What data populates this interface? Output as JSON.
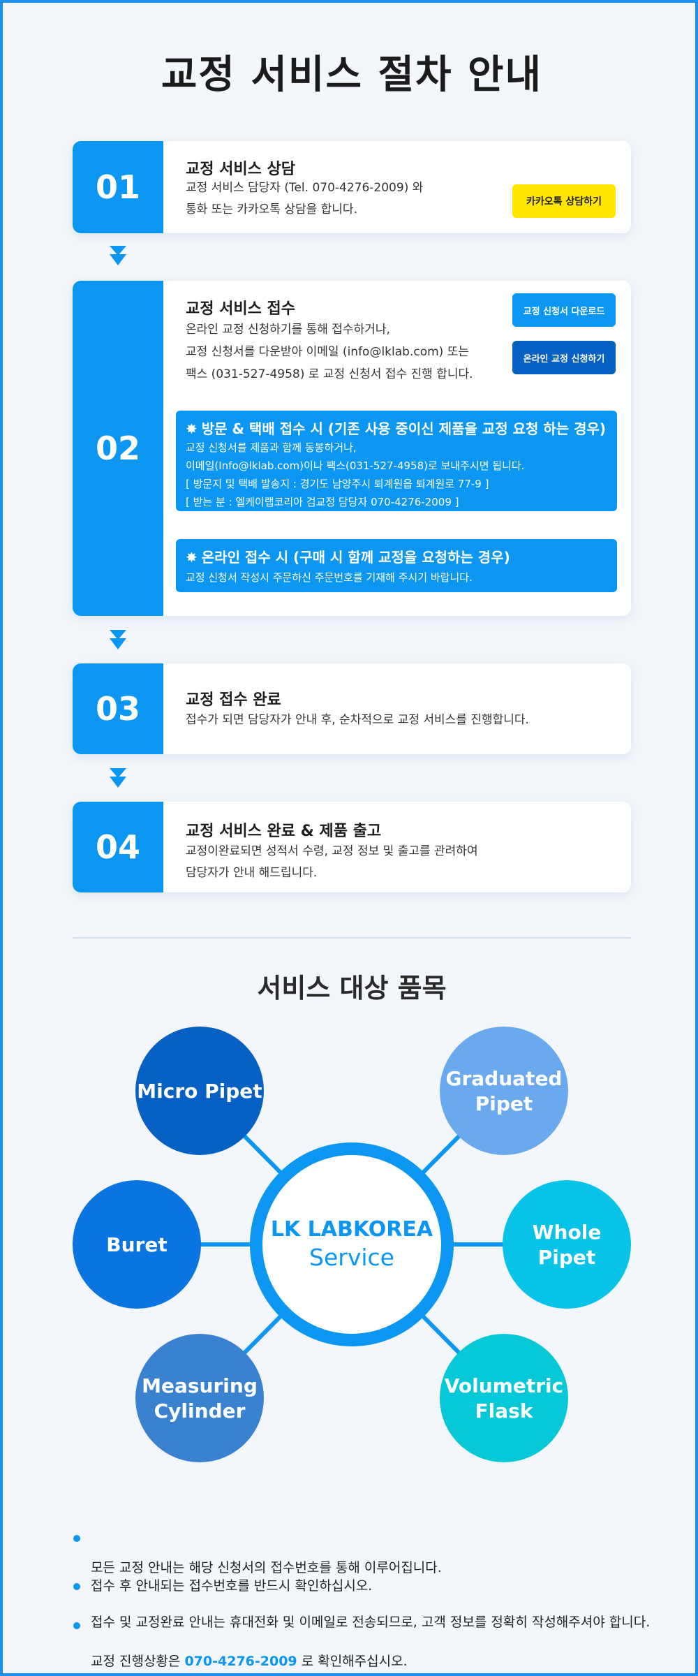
{
  "title": "교정 서비스 절차 안내",
  "steps": [
    {
      "num": "01",
      "title": "교정 서비스 상담",
      "desc": "교정 서비스 담당자 (Tel. 070-4276-2009) 와\n통화 또는 카카오톡 상담을 합니다.",
      "button": "카카오톡 상담하기"
    },
    {
      "num": "02",
      "title": "교정 서비스 접수",
      "desc": "온라인 교정 신청하기를 통해 접수하거나,\n교정 신청서를 다운받아 이메일 (info@lklab.com) 또는\n팩스 (031-527-4958) 로 교정 신청서 접수 진행 합니다.",
      "button_download": "교정 신청서 다운로드",
      "button_online": "온라인 교정 신청하기",
      "notices": [
        {
          "title": "방문 & 택배 접수 시 (기존 사용 중이신 제품을 교정 요청 하는 경우)",
          "body": "교정 신청서를 제품과 함께 동봉하거나,\n이메일(Info@lklab.com)이나 팩스(031-527-4958)로 보내주시면 됩니다.\n[ 방문지 및 택배 발송지 : 경기도 남양주시 퇴계원읍 퇴계원로 77-9 ]\n[ 받는 분 : 엘케이랩코리아 검교정 담당자 070-4276-2009 ]"
        },
        {
          "title": "온라인 접수 시 (구매 시 함께 교정을 요청하는 경우)",
          "body": "교정 신청서 작성시 주문하신 주문번호를 기재해 주시기 바랍니다."
        }
      ]
    },
    {
      "num": "03",
      "title": "교정 접수 완료",
      "desc": "접수가 되면 담당자가 안내 후, 순차적으로 교정 서비스를 진행합니다."
    },
    {
      "num": "04",
      "title": "교정 서비스 완료 & 제품 출고",
      "desc": "교정이완료되면  성적서 수령, 교정 정보 및 출고를 관려하여\n담당자가 안내 해드립니다."
    }
  ],
  "services": {
    "title": "서비스 대상 품목",
    "center_line1": "LK LABKOREA",
    "center_line2": "Service",
    "items": [
      {
        "line1": "Micro Pipet",
        "line2": "",
        "color": "#0760c4"
      },
      {
        "line1": "Graduated",
        "line2": "Pipet",
        "color": "#6aa9ee"
      },
      {
        "line1": "Buret",
        "line2": "",
        "color": "#0a74e0"
      },
      {
        "line1": "Whole",
        "line2": "Pipet",
        "color": "#08c3e8"
      },
      {
        "line1": "Measuring",
        "line2": "Cylinder",
        "color": "#3a82d0"
      },
      {
        "line1": "Volumetric",
        "line2": "Flask",
        "color": "#06c8d6"
      }
    ]
  },
  "bullets": {
    "b1": "모든 교정 안내는 해당 신청서의 접수번호를 통해 이루어집니다.\n접수 후 안내되는 접수번호를 반드시 확인하십시오.",
    "b2": "접수 및 교정완료 안내는 휴대전화 및 이메일로 전송되므로, 고객 정보를 정확히 작성해주셔야 합니다.",
    "b3_prefix": "교정 진행상황은 ",
    "b3_phone": "070-4276-2009",
    "b3_suffix": " 로 확인해주십시오."
  },
  "colors": {
    "primary": "#0b96f2",
    "dark_blue": "#0760c4",
    "kakao_yellow": "#ffe500"
  },
  "icons": [
    "down-arrow-icon",
    "star-bullet-icon"
  ]
}
